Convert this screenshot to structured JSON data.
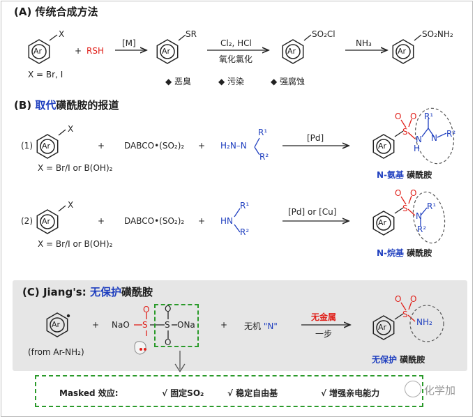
{
  "sectionA": {
    "title": "(A) 传统合成方法",
    "ArX_sub": "X",
    "plus": "+",
    "RSH": "RSH",
    "M": "[M]",
    "SR": "SR",
    "cond_top": "Cl₂, HCl",
    "cond_bottom": "氧化氯化",
    "SO2Cl": "SO₂Cl",
    "NH3": "NH₃",
    "SO2NH2": "SO₂NH₂",
    "x_def": "X = Br, I",
    "issues": [
      "◆ 恶臭",
      "◆ 污染",
      "◆ 强腐蚀"
    ]
  },
  "sectionB": {
    "title_prefix": "(B) ",
    "title_blue": "取代",
    "title_rest": "磺酰胺的报道",
    "row1": {
      "num": "(1)",
      "X": "X",
      "plus1": "+",
      "dabco": "DABCO•(SO₂)₂",
      "plus2": "+",
      "reagent": "H₂N–N",
      "R1": "R¹",
      "R2": "R²",
      "cat": "[Pd]",
      "x_def": "X = Br/I or B(OH)₂",
      "prod_label_blue": "N-氨基",
      "prod_label_rest": " 磺酰胺",
      "S": "S",
      "O": "O",
      "N": "N",
      "H": "H",
      "N2": "N"
    },
    "row2": {
      "num": "(2)",
      "X": "X",
      "plus1": "+",
      "dabco": "DABCO•(SO₂)₂",
      "plus2": "+",
      "HN": "HN",
      "R1": "R¹",
      "R2": "R²",
      "cat": "[Pd] or [Cu]",
      "x_def": "X = Br/I or B(OH)₂",
      "prod_label_blue": "N-烷基",
      "prod_label_rest": " 磺酰胺"
    }
  },
  "sectionC": {
    "title_prefix": "(C) Jiang's: ",
    "title_blue": "无保护",
    "title_rest": "磺酰胺",
    "from": "(from Ar-NH₂)",
    "plus1": "+",
    "NaO": "NaO",
    "S": "S",
    "ONa": "ONa",
    "O": "O",
    "plus2": "+",
    "inorganicN_pre": "无机 ",
    "inorganicN_q": "\"N\"",
    "metal_free": "无金属",
    "one_step": "一步",
    "NH2": "NH₂",
    "prod_label_blue": "无保护",
    "prod_label_rest": " 磺酰胺"
  },
  "masked": {
    "label": "Masked 效应:",
    "items": [
      "√ 固定SO₂",
      "√ 稳定自由基",
      "√ 增强亲电能力"
    ]
  },
  "watermark": "化学加",
  "Ar": "Ar",
  "colors": {
    "blue": "#1f3fbf",
    "red": "#e0201a",
    "green": "#2a9a2a",
    "grey": "#e6e6e6"
  }
}
